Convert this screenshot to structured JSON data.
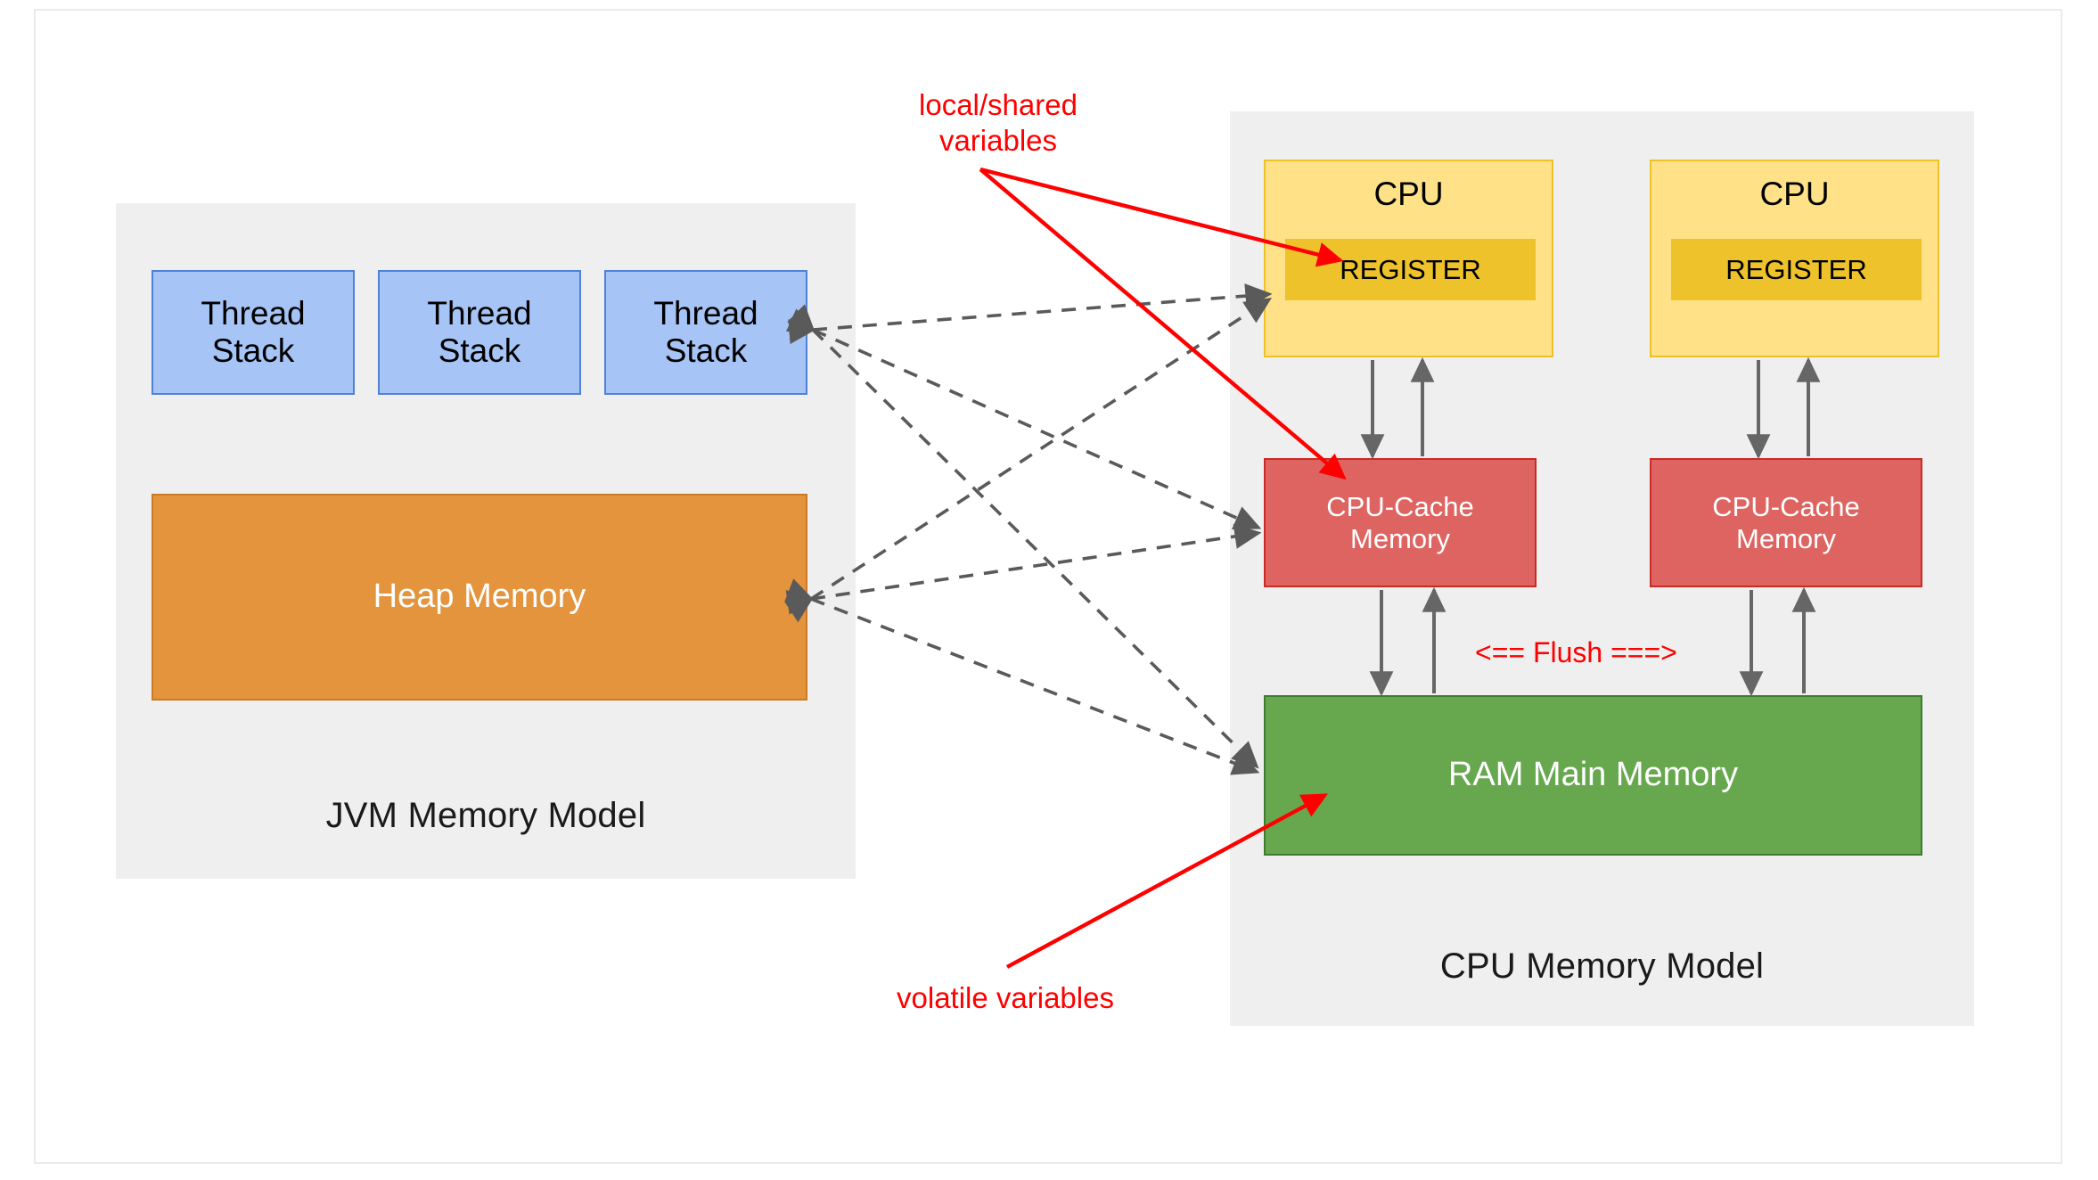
{
  "diagram": {
    "title": "JVM Memory Model and CPU Memory Model",
    "background": "#ffffff"
  },
  "jvm": {
    "caption": "JVM Memory Model",
    "panel_color": "#efefef",
    "thread_stacks": [
      {
        "label": "Thread\nStack"
      },
      {
        "label": "Thread\nStack"
      },
      {
        "label": "Thread\nStack"
      }
    ],
    "heap": {
      "label": "Heap Memory",
      "color": "#e3943c"
    },
    "thread_stack_color": "#a6c4f5"
  },
  "cpu": {
    "caption": "CPU Memory Model",
    "panel_color": "#efefef",
    "cpus": [
      {
        "title": "CPU",
        "register_label": "REGISTER",
        "cache_label": "CPU-Cache\nMemory"
      },
      {
        "title": "CPU",
        "register_label": "REGISTER",
        "cache_label": "CPU-Cache\nMemory"
      }
    ],
    "ram": {
      "label": "RAM Main Memory",
      "color": "#67a84f"
    },
    "cpu_color": "#ffe188",
    "register_color": "#eec22b",
    "cache_color": "#de6461"
  },
  "annotations": {
    "local_shared": "local/shared\nvariables",
    "volatile": "volatile variables",
    "flush": "<== Flush ===>",
    "color": "#ff0000"
  },
  "connector_colors": {
    "dashed": "#5a5a5a",
    "solid": "#666666",
    "red": "#ff0000"
  }
}
